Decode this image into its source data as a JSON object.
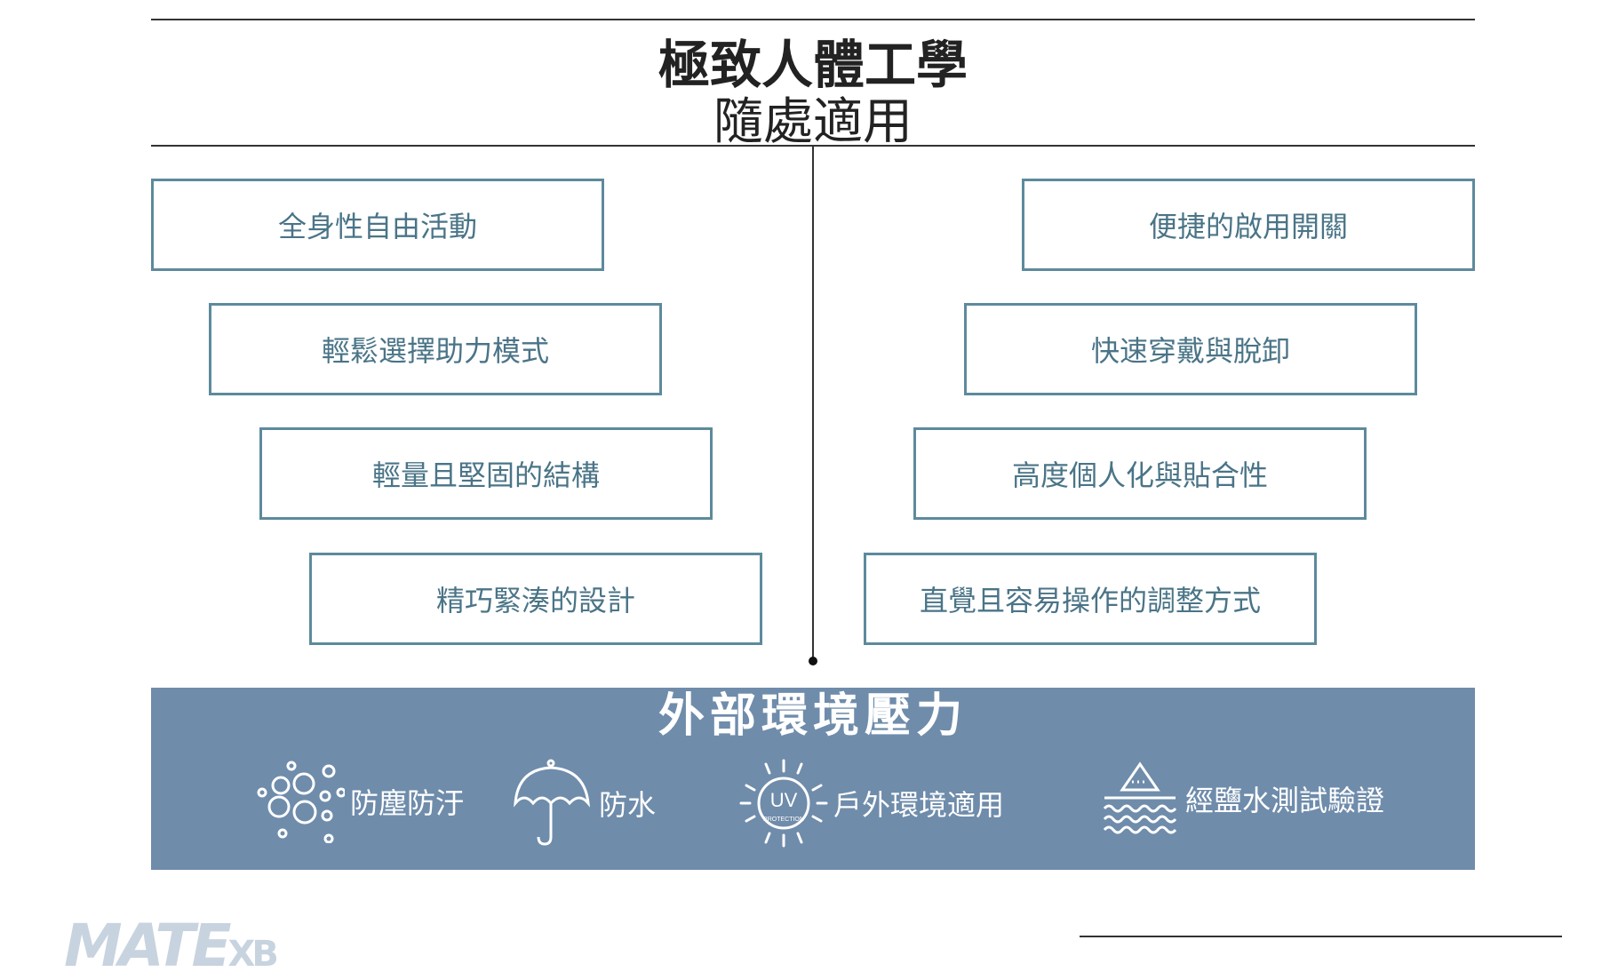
{
  "header": {
    "title": "極致人體工學",
    "subtitle": "隨處適用"
  },
  "left_features": [
    "全身性自由活動",
    "輕鬆選擇助力模式",
    "輕量且堅固的結構",
    "精巧緊湊的設計"
  ],
  "right_features": [
    "便捷的啟用開關",
    "快速穿戴與脫卸",
    "高度個人化與貼合性",
    "直覺且容易操作的調整方式"
  ],
  "environment": {
    "title": "外部環境壓力",
    "items": [
      {
        "icon": "dust-icon",
        "label": "防塵防汙"
      },
      {
        "icon": "umbrella-icon",
        "label": "防水"
      },
      {
        "icon": "uv-sun-icon",
        "label": "戶外環境適用",
        "icon_text": "UV",
        "icon_subtext": "PROTECTION"
      },
      {
        "icon": "salt-water-icon",
        "label": "經鹽水測試驗證"
      }
    ]
  },
  "logo": {
    "text": "MATE",
    "suffix": "XB"
  },
  "colors": {
    "band": "#6f8cab",
    "box_border": "#5d8a9c",
    "box_text": "#4a7487"
  }
}
